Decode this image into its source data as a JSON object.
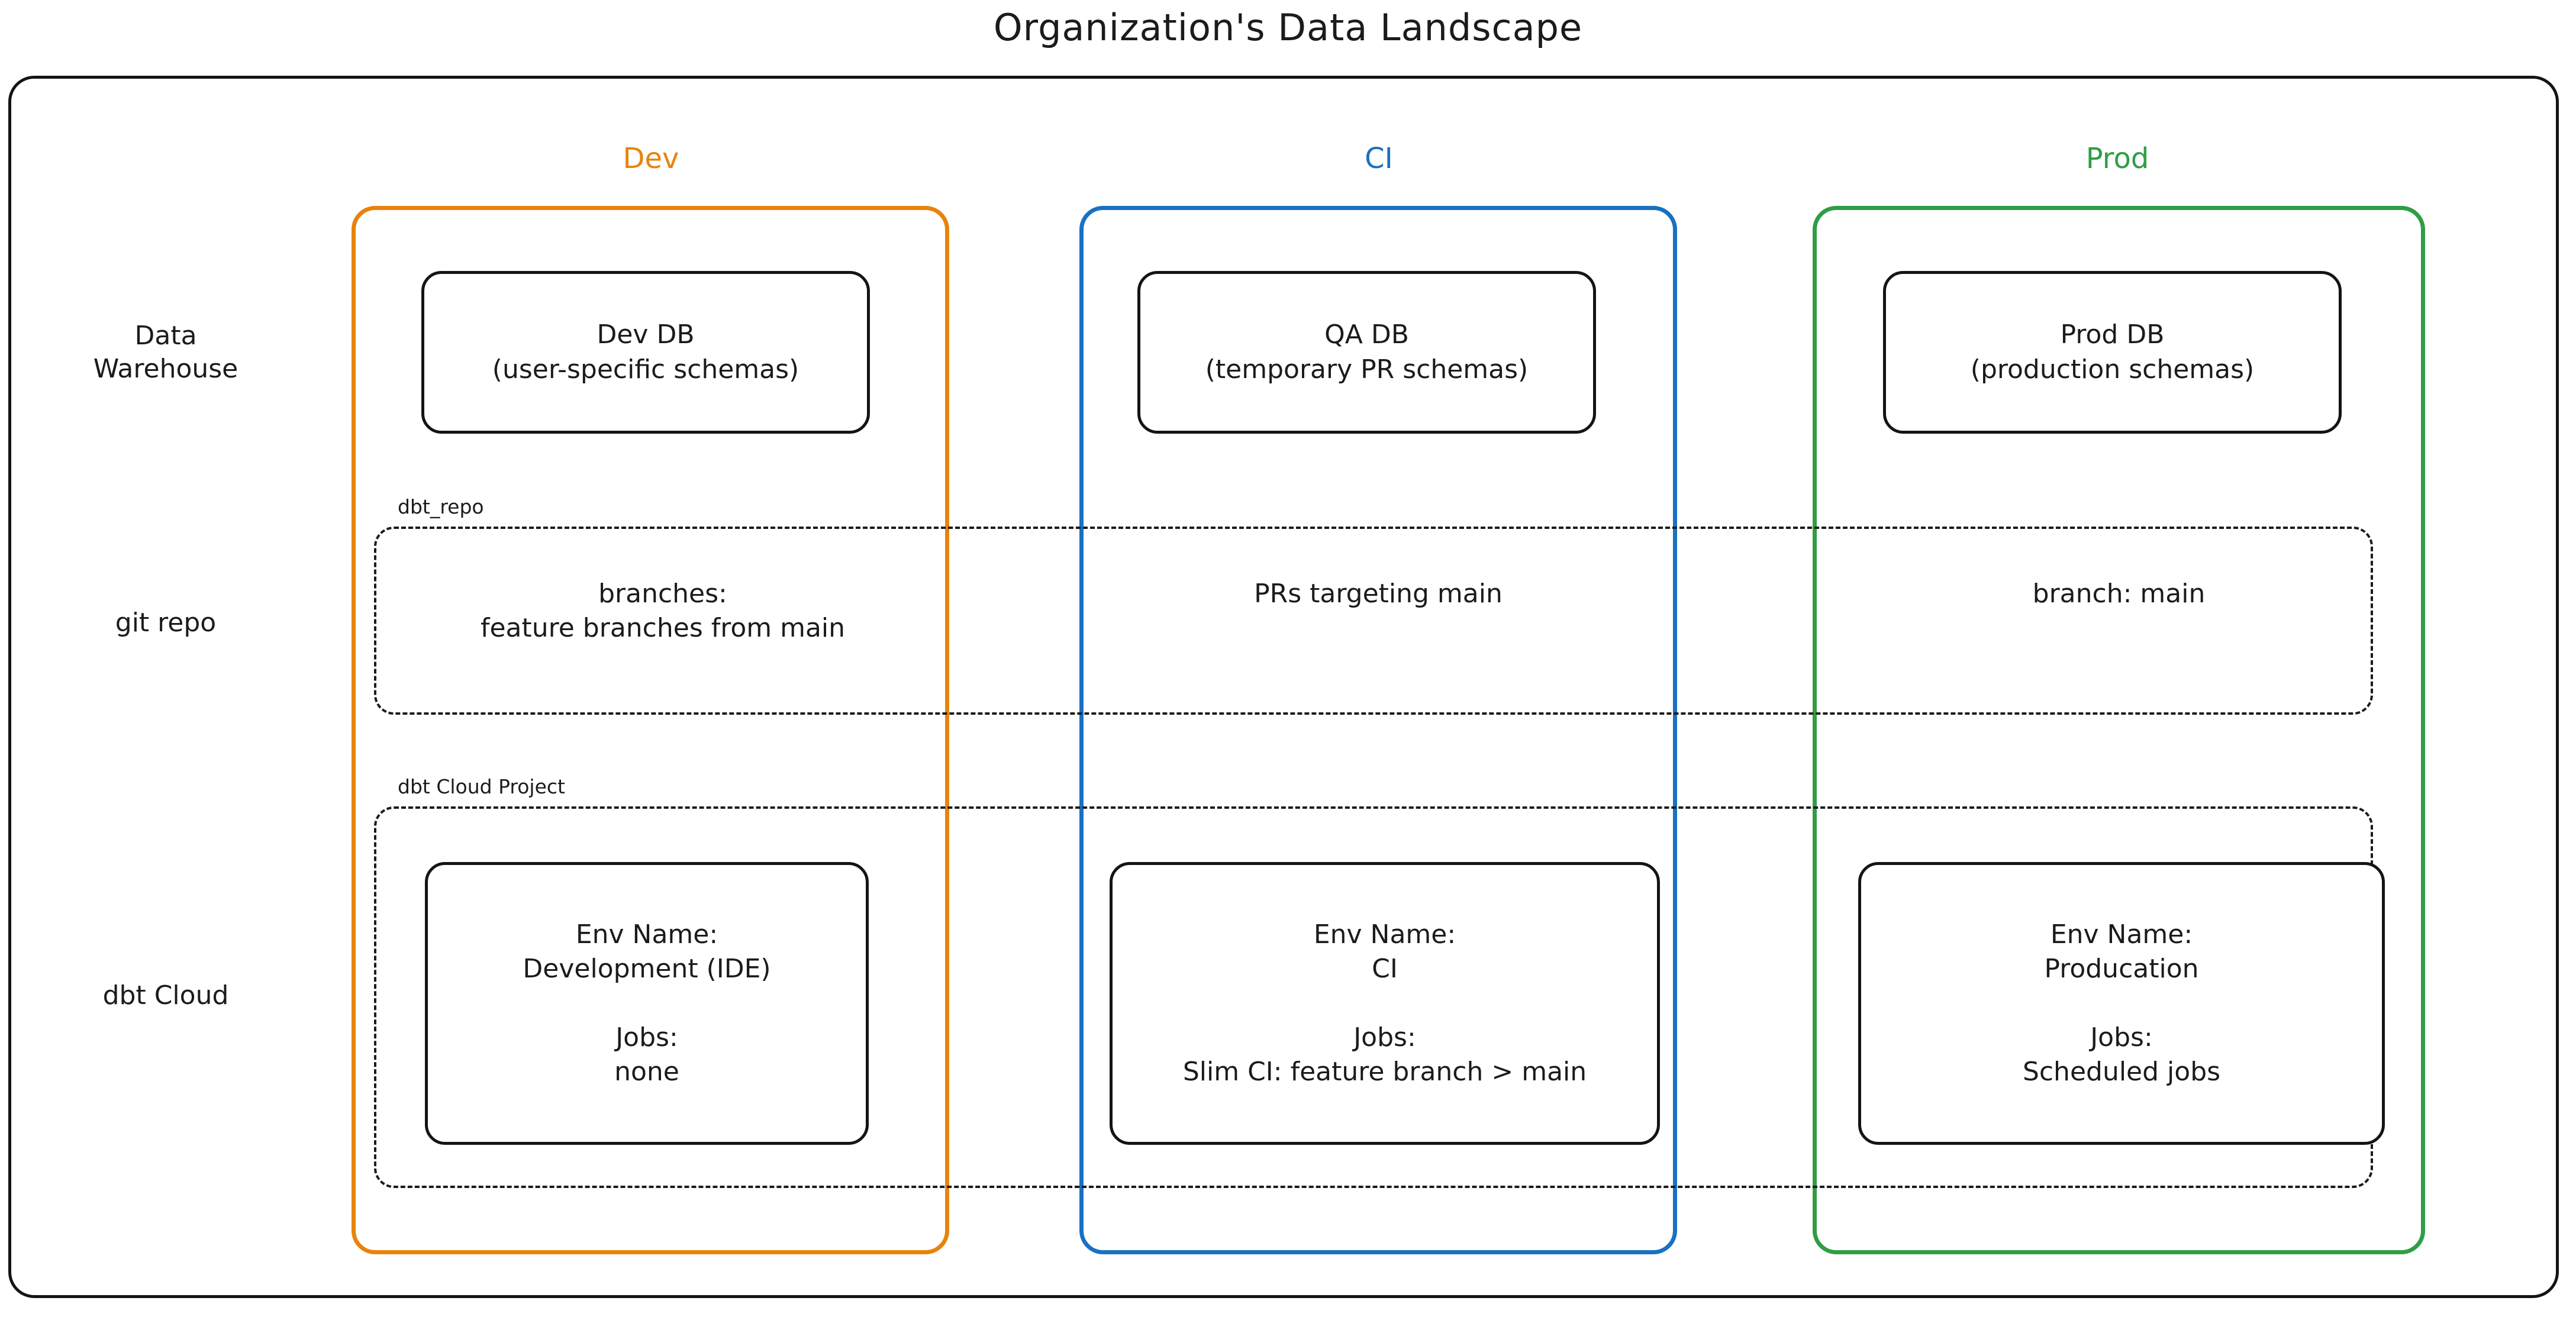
{
  "title": "Organization's Data Landscape",
  "columns": [
    {
      "id": "dev",
      "label": "Dev",
      "color": "#E8830C"
    },
    {
      "id": "ci",
      "label": "CI",
      "color": "#1971C2"
    },
    {
      "id": "prod",
      "label": "Prod",
      "color": "#2F9E44"
    }
  ],
  "rows": [
    {
      "id": "warehouse",
      "label": "Data\nWarehouse"
    },
    {
      "id": "git",
      "label": "git repo"
    },
    {
      "id": "dbtcloud",
      "label": "dbt Cloud"
    }
  ],
  "groups": [
    {
      "id": "dbt_repo",
      "label": "dbt_repo"
    },
    {
      "id": "dbt_cloud_project",
      "label": "dbt Cloud Project"
    }
  ],
  "warehouse": {
    "dev": "Dev DB\n(user-specific schemas)",
    "ci": "QA DB\n(temporary PR schemas)",
    "prod": "Prod DB\n(production schemas)"
  },
  "git_repo": {
    "dev": "branches:\nfeature branches from main",
    "ci": "PRs targeting main",
    "prod": "branch: main"
  },
  "dbt_cloud": {
    "dev": "Env Name:\nDevelopment (IDE)\n\nJobs:\nnone",
    "ci": "Env Name:\nCI\n\nJobs:\nSlim CI: feature branch > main",
    "prod": "Env Name:\nProducation\n\nJobs:\nScheduled jobs"
  }
}
